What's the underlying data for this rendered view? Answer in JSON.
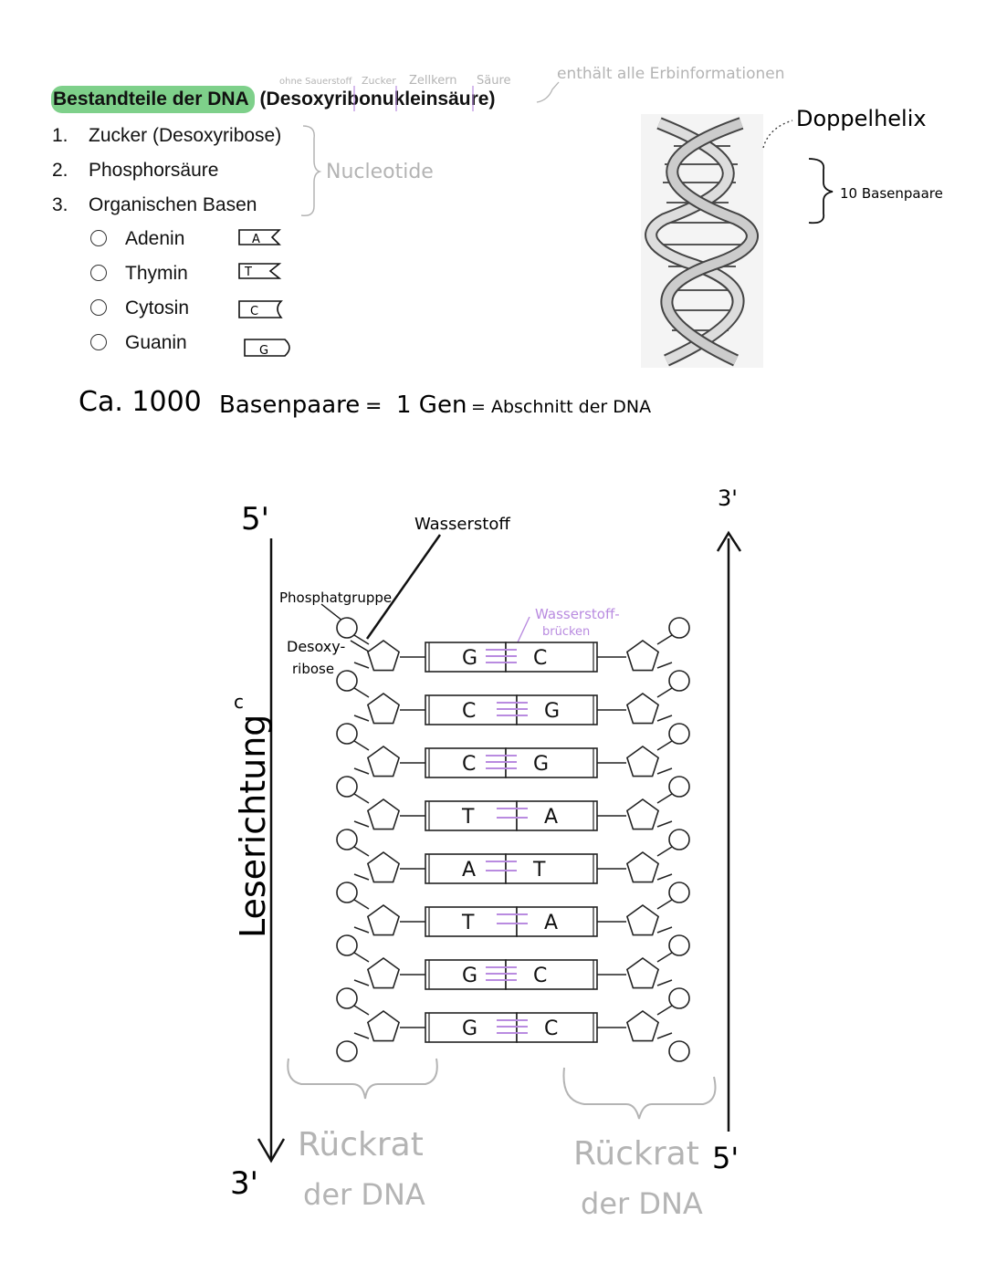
{
  "heading": {
    "highlighted": "Bestandteile der DNA",
    "rest": " (Desoxyribonukleinsäure)"
  },
  "heading_annotations": {
    "ohne_sauerstoff": "ohne Sauerstoff",
    "zucker": "Zucker",
    "zellkern": "Zellkern",
    "saeure": "Säure",
    "erbinformation": "enthält alle Erbinformationen"
  },
  "components": [
    {
      "num": "1.",
      "label": "Zucker (Desoxyribose)"
    },
    {
      "num": "2.",
      "label": "Phosphorsäure"
    },
    {
      "num": "3.",
      "label": "Organischen Basen"
    }
  ],
  "nucleotide_label": "Nucleotide",
  "bases": [
    {
      "label": "Adenin",
      "symbol": "A"
    },
    {
      "label": "Thymin",
      "symbol": "T"
    },
    {
      "label": "Cytosin",
      "symbol": "C"
    },
    {
      "label": "Guanin",
      "symbol": "G"
    }
  ],
  "helix_notes": {
    "doppelhelix": "Doppelhelix",
    "basenpaare": "10 Basenpaare"
  },
  "gene_note": {
    "count": "Ca. 1000",
    "basenpaare": "Basenpaare",
    "equals": "=",
    "gen": "1 Gen",
    "definition": "= Abschnitt der DNA"
  },
  "diagram": {
    "five_prime_left": "5'",
    "three_prime_left": "3'",
    "three_prime_right": "3'",
    "five_prime_right": "5'",
    "wasserstoff": "Wasserstoff",
    "phosphatgruppe": "Phosphatgruppe",
    "desoxyribose_1": "Desoxy-",
    "desoxyribose_2": "ribose",
    "bruecken_1": "Wasserstoff-",
    "bruecken_2": "brücken",
    "c_note": "c",
    "leserichtung": "Leserichtung",
    "rueckgrat_left_1": "Rückrat",
    "rueckgrat_left_2": "der DNA",
    "rueckgrat_right_1": "Rückrat",
    "rueckgrat_right_2": "der DNA",
    "pairs": [
      {
        "left": "G",
        "right": "C"
      },
      {
        "left": "C",
        "right": "G"
      },
      {
        "left": "C",
        "right": "G"
      },
      {
        "left": "T",
        "right": "A"
      },
      {
        "left": "A",
        "right": "T"
      },
      {
        "left": "T",
        "right": "A"
      },
      {
        "left": "G",
        "right": "C"
      },
      {
        "left": "G",
        "right": "C"
      }
    ]
  },
  "colors": {
    "highlight": "#7ed08a",
    "handwriting": "#111111",
    "grey_note": "#9a9a9a",
    "purple_note": "#b98be0"
  }
}
